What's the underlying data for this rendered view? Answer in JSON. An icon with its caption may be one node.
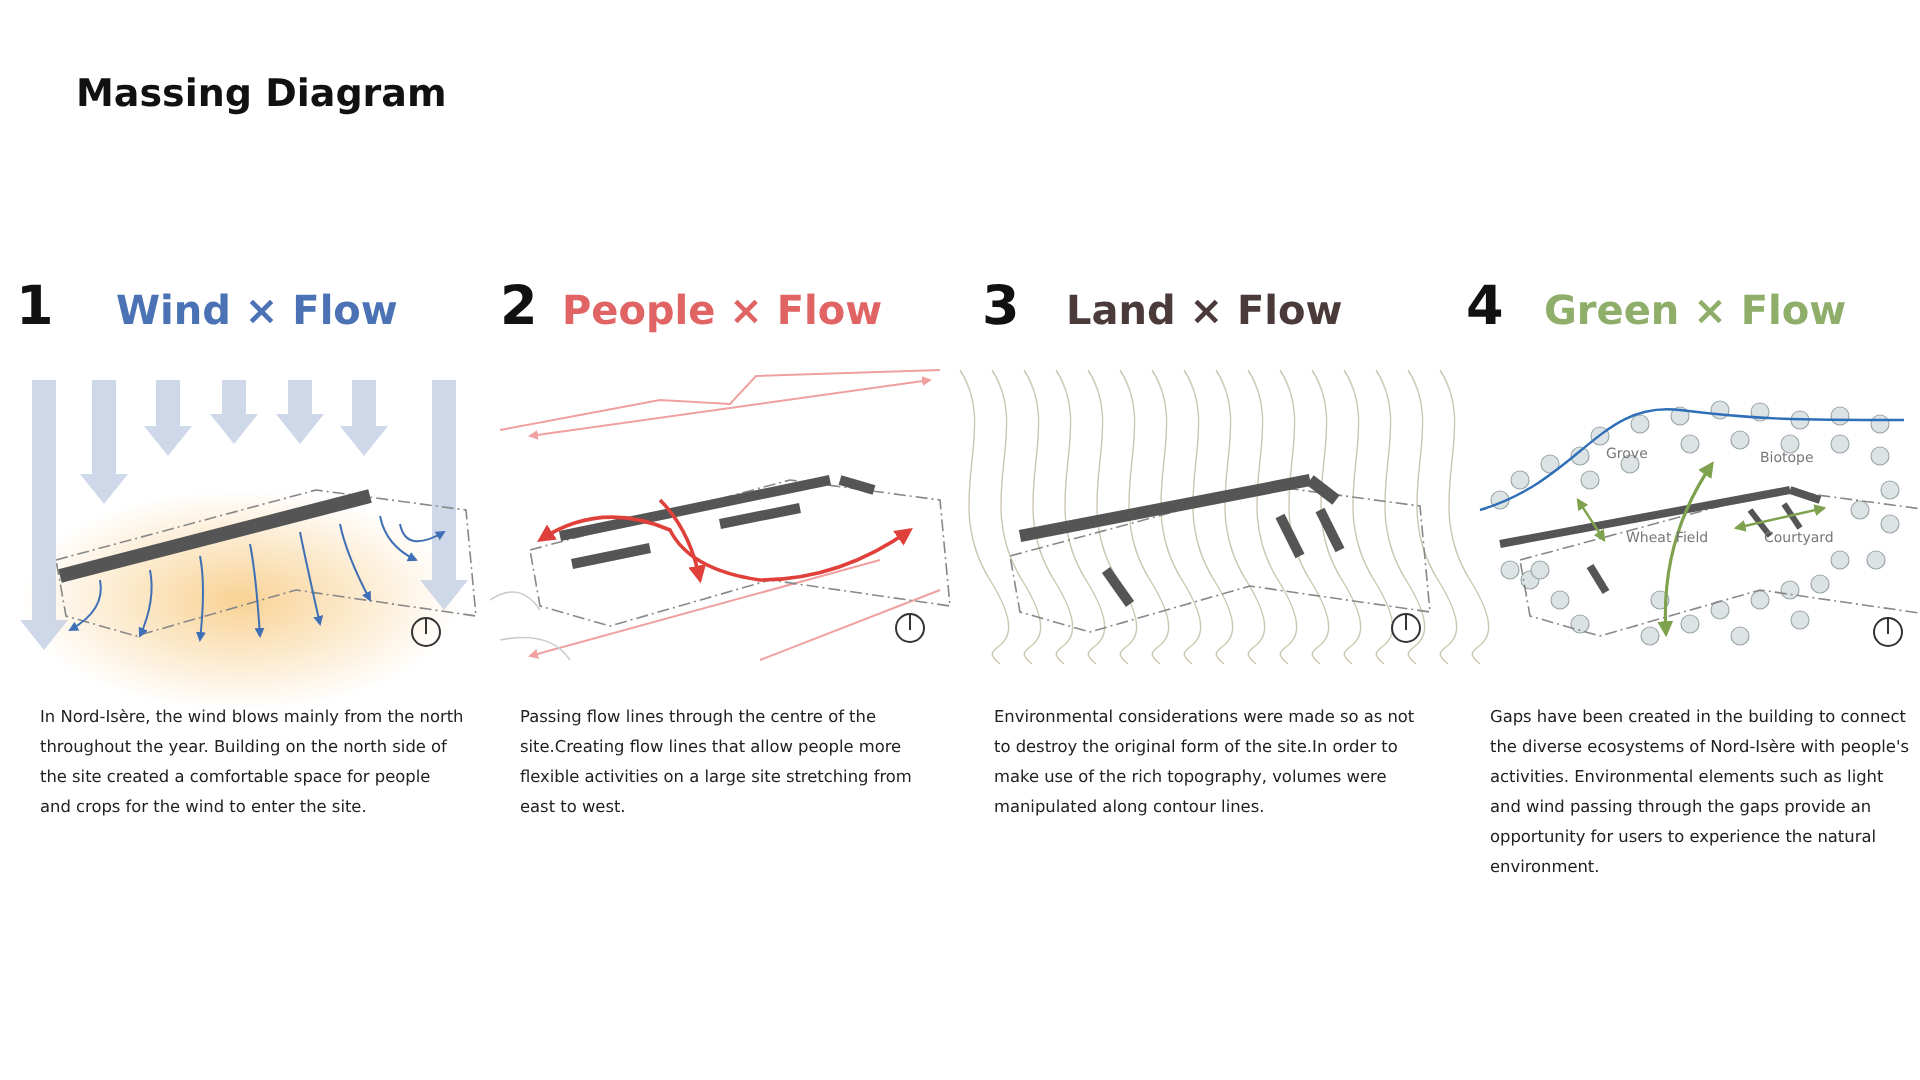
{
  "diagram": {
    "title": "Massing Diagram",
    "labels": [
      "1",
      "Wind × Flow",
      "2",
      "People × Flow",
      "3",
      "Land × Flow",
      "4",
      "Green × Flow",
      "Grove",
      "Biotope",
      "Wheat Field",
      "Courtyard",
      "In Nord-Isère, the wind blows mainly from the north throughout the year. Building on the north side of the site created a comfortable space for people and crops for the wind to enter the site.",
      "Passing flow lines through the centre of the site.Creating flow lines that allow people more flexible activities on a large site stretching from east to west.",
      "Environmental considerations were made so as not to destroy the original form of the site.In order to make use of the rich topography, volumes were manipulated along contour lines.",
      "Gaps have been created in the building to connect the diverse ecosystems of Nord-Isère with people's activities. Environmental elements such as light and wind passing through the gaps provide an opportunity for users to experience the natural environment."
    ]
  }
}
